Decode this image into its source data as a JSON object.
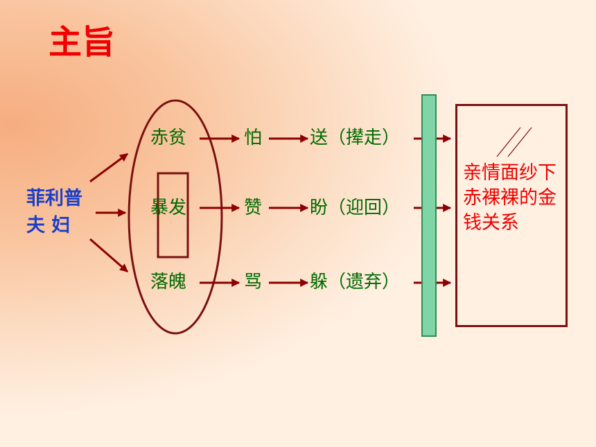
{
  "title": "主旨",
  "subject": {
    "line1": "菲利普",
    "line2": "夫 妇"
  },
  "rows": [
    {
      "state": "赤贫",
      "attitude": "怕",
      "action": "送（撵走）"
    },
    {
      "state": "暴发",
      "attitude": "赞",
      "action": "盼（迎回）"
    },
    {
      "state": "落魄",
      "attitude": "骂",
      "action": "躲（遗弃）"
    }
  ],
  "conclusion": "亲情面纱下赤裸裸的金钱关系",
  "colors": {
    "title": "#f00000",
    "green_text": "#006a00",
    "blue_text": "#1a3ec8",
    "arrow": "#8b0000",
    "conclusion": "#ee0000",
    "bar": "#7fd5a6"
  }
}
